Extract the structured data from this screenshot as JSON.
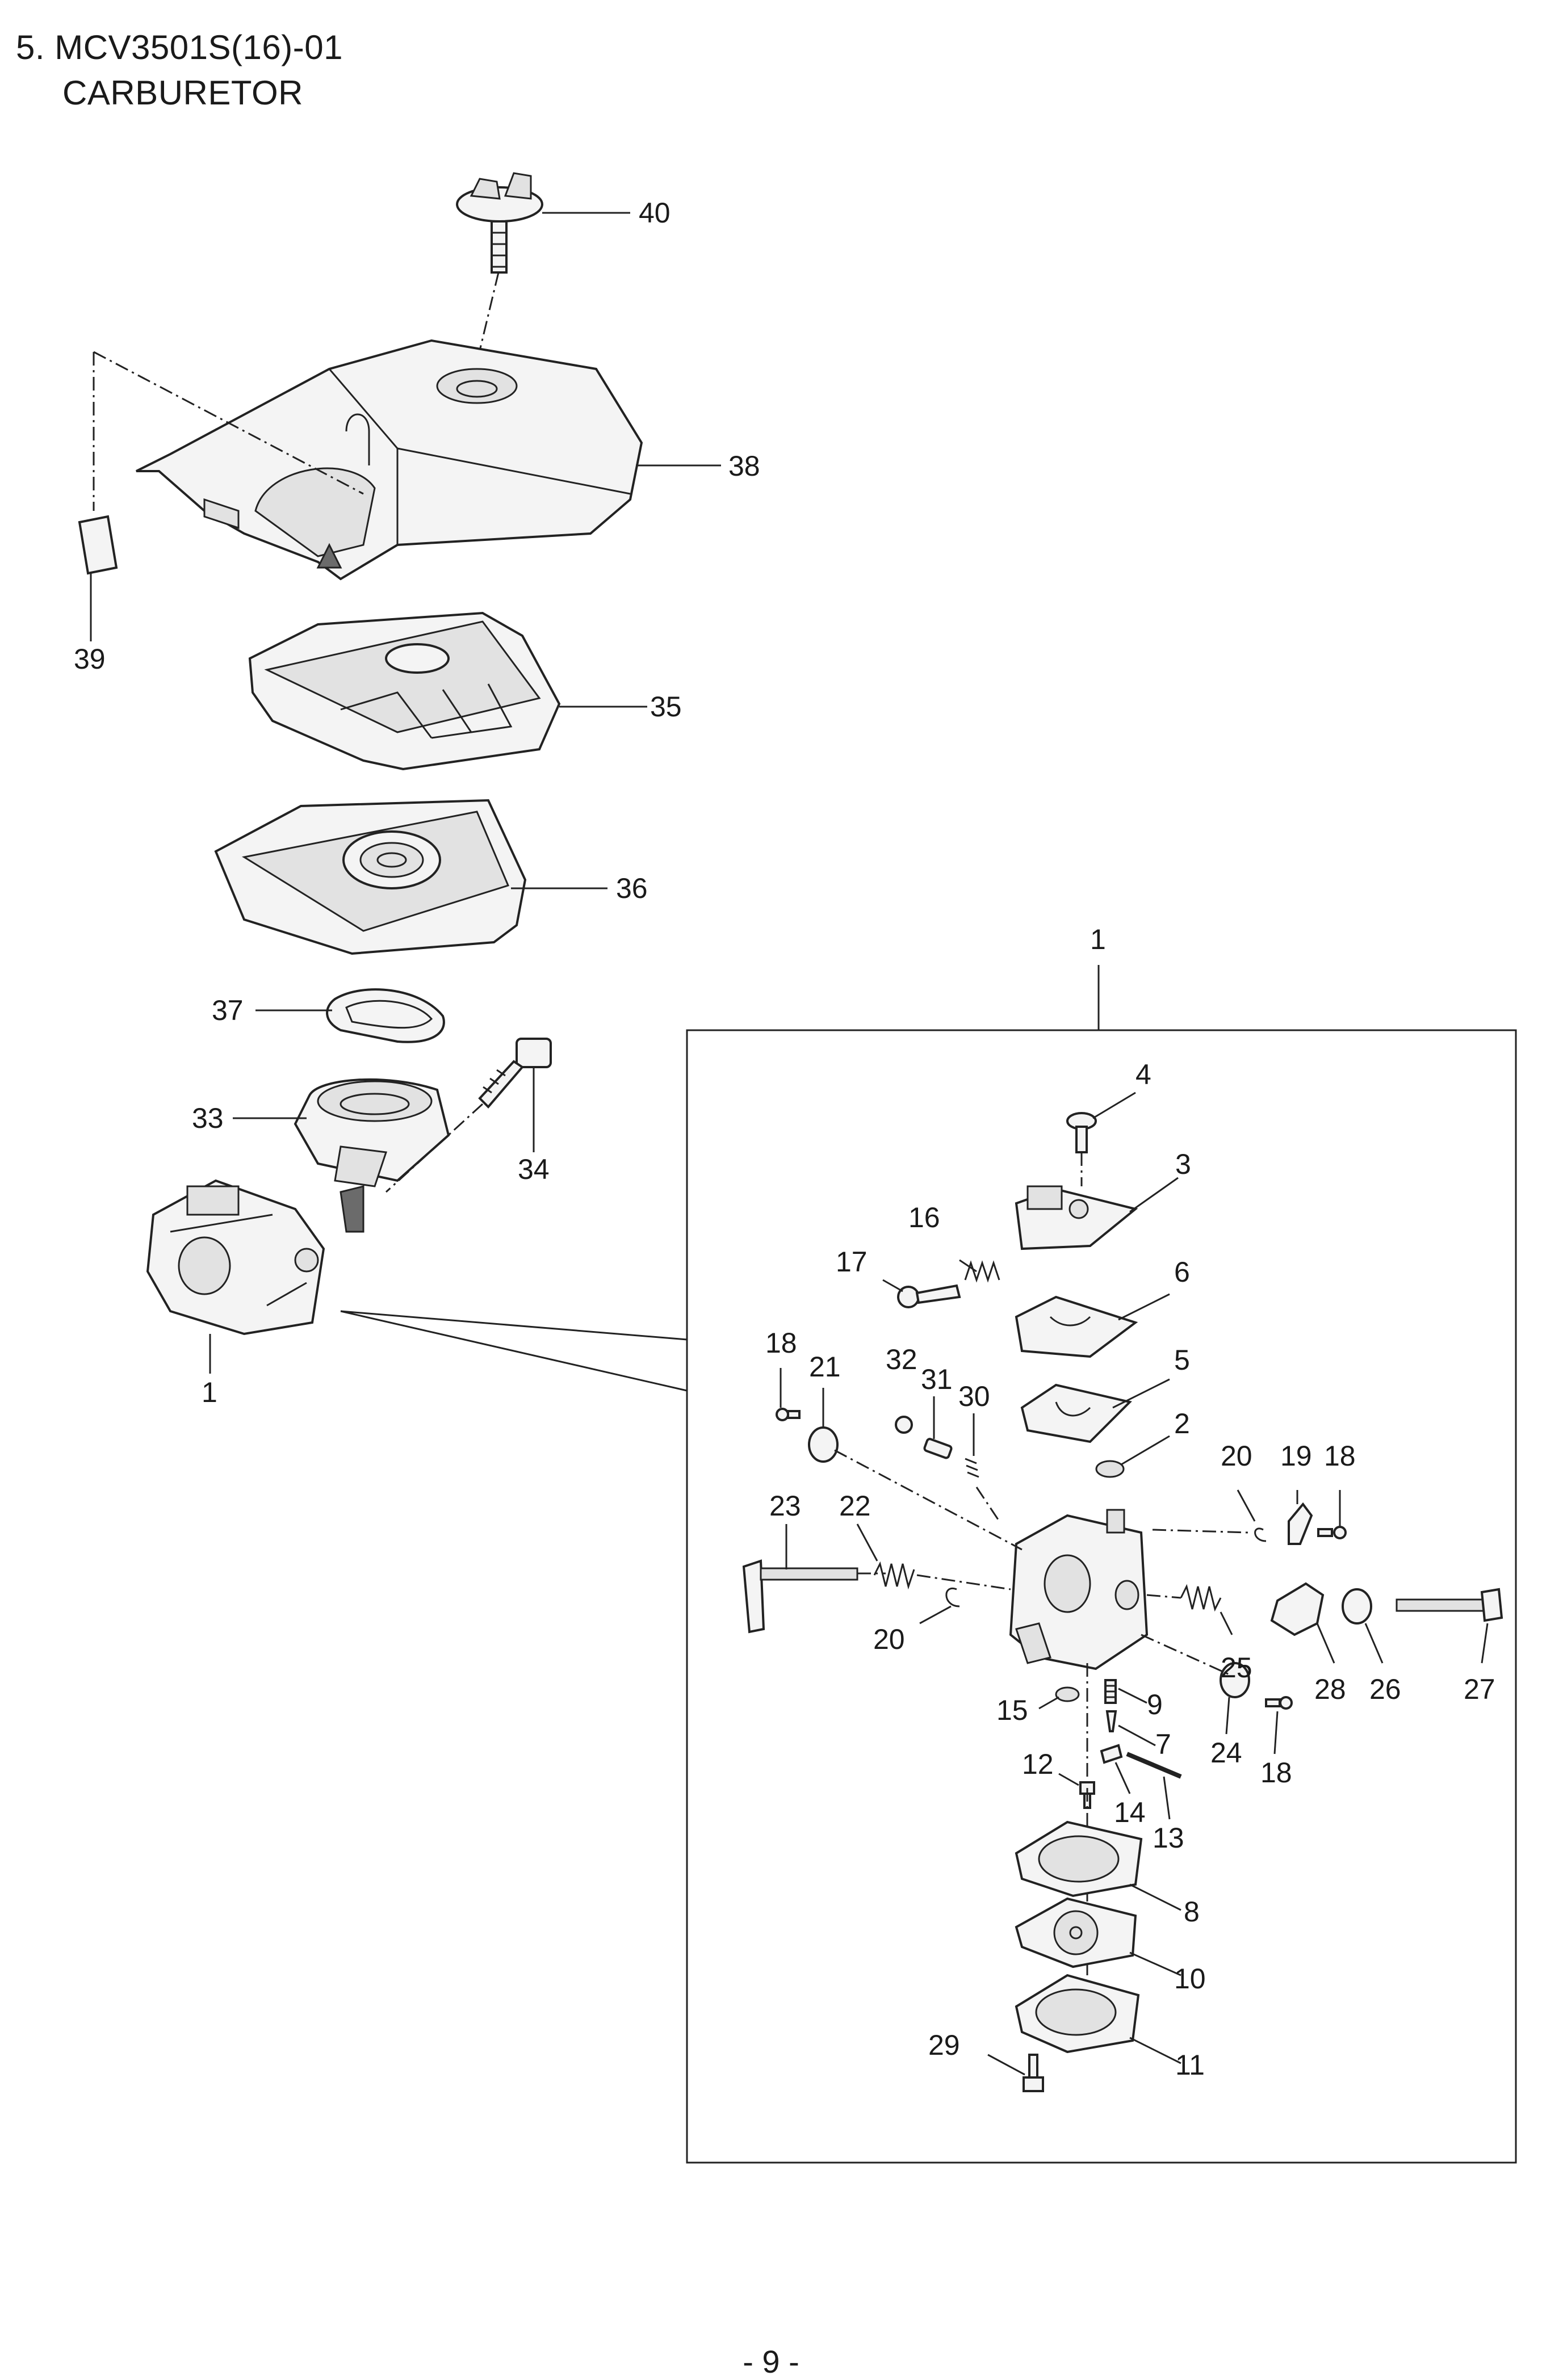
{
  "page": {
    "title_line1": "5. MCV3501S(16)-01",
    "title_line2": "CARBURETOR",
    "page_number": "- 9 -"
  },
  "callouts": {
    "c40": "40",
    "c38": "38",
    "c39": "39",
    "c35": "35",
    "c36": "36",
    "c37": "37",
    "c33": "33",
    "c34": "34",
    "c1a": "1",
    "c1b": "1",
    "c4": "4",
    "c3": "3",
    "c16": "16",
    "c17": "17",
    "c6": "6",
    "c5": "5",
    "c18a": "18",
    "c21": "21",
    "c32": "32",
    "c31": "31",
    "c30": "30",
    "c2": "2",
    "c20a": "20",
    "c19": "19",
    "c18b": "18",
    "c23": "23",
    "c22": "22",
    "c20b": "20",
    "c25": "25",
    "c28": "28",
    "c26": "26",
    "c27": "27",
    "c15": "15",
    "c9": "9",
    "c7": "7",
    "c24": "24",
    "c18c": "18",
    "c12": "12",
    "c14": "14",
    "c13": "13",
    "c8": "8",
    "c10": "10",
    "c29": "29",
    "c11": "11"
  }
}
